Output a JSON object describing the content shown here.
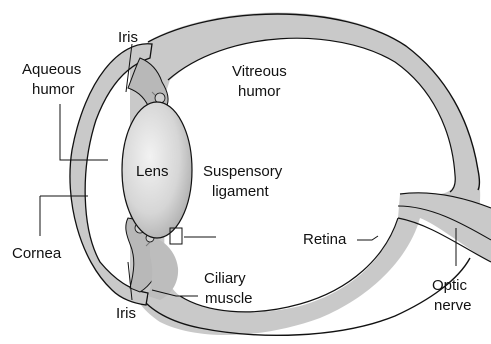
{
  "labels": {
    "iris_top": "Iris",
    "aqueous_line1": "Aqueous",
    "aqueous_line2": "humor",
    "vitreous_line1": "Vitreous",
    "vitreous_line2": "humor",
    "lens": "Lens",
    "suspensory_line1": "Suspensory",
    "suspensory_line2": "ligament",
    "retina": "Retina",
    "cornea": "Cornea",
    "ciliary_line1": "Ciliary",
    "ciliary_line2": "muscle",
    "iris_bottom": "Iris",
    "optic_line1": "Optic",
    "optic_line2": "nerve"
  },
  "colors": {
    "tissue": "#c9c9c9",
    "tissue_dark": "#a9a9a9",
    "lens": "#d4d4d4",
    "outline": "#111111",
    "background": "#ffffff"
  }
}
